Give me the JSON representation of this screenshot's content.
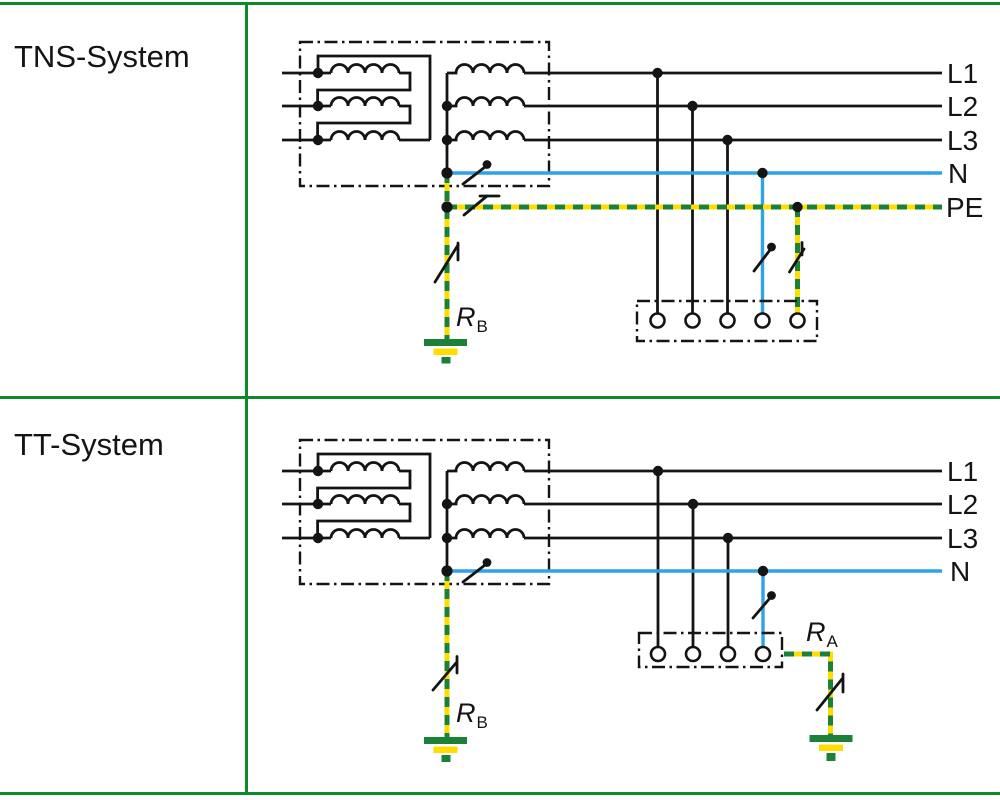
{
  "colors": {
    "table_green": "#0c8a28",
    "pe_green": "#1b8038",
    "pe_yellow": "#ffdd00",
    "neutral_blue": "#2ea3e6",
    "line_black": "#141414"
  },
  "tns": {
    "title": "TNS-System",
    "conductors": [
      {
        "label": "L1"
      },
      {
        "label": "L2"
      },
      {
        "label": "L3"
      },
      {
        "label": "N"
      },
      {
        "label": "PE"
      }
    ],
    "earth_rb": {
      "symbol": "R",
      "sub": "B"
    }
  },
  "tt": {
    "title": "TT-System",
    "conductors": [
      {
        "label": "L1"
      },
      {
        "label": "L2"
      },
      {
        "label": "L3"
      },
      {
        "label": "N"
      }
    ],
    "earth_rb": {
      "symbol": "R",
      "sub": "B"
    },
    "earth_ra": {
      "symbol": "R",
      "sub": "A"
    }
  }
}
